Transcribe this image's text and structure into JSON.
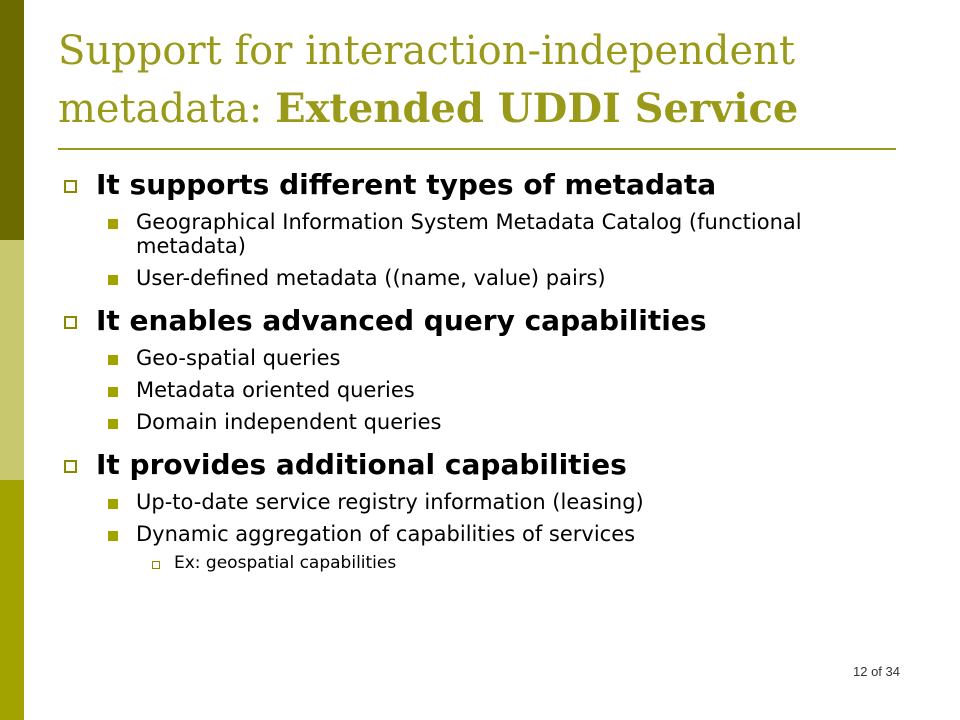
{
  "slide": {
    "title_normal": "Support for interaction-independent metadata: ",
    "title_bold": "Extended UDDI Service",
    "page_number": "12 of 34",
    "colors": {
      "accent": "#9a9a1a",
      "bar_top": "#6b6b00",
      "bar_mid": "#c8c86e",
      "bar_bottom": "#a3a300"
    }
  },
  "sections": [
    {
      "heading": "It supports different types of metadata",
      "items": [
        "Geographical Information System Metadata Catalog (functional metadata)",
        "User-defined metadata ((name, value) pairs)"
      ]
    },
    {
      "heading": "It enables advanced query capabilities",
      "items": [
        "Geo-spatial queries",
        "Metadata oriented queries",
        "Domain independent queries"
      ]
    },
    {
      "heading": "It provides additional capabilities",
      "items": [
        "Up-to-date service registry information (leasing)",
        "Dynamic aggregation of capabilities of services"
      ],
      "subitems": [
        "Ex: geospatial capabilities"
      ]
    }
  ]
}
